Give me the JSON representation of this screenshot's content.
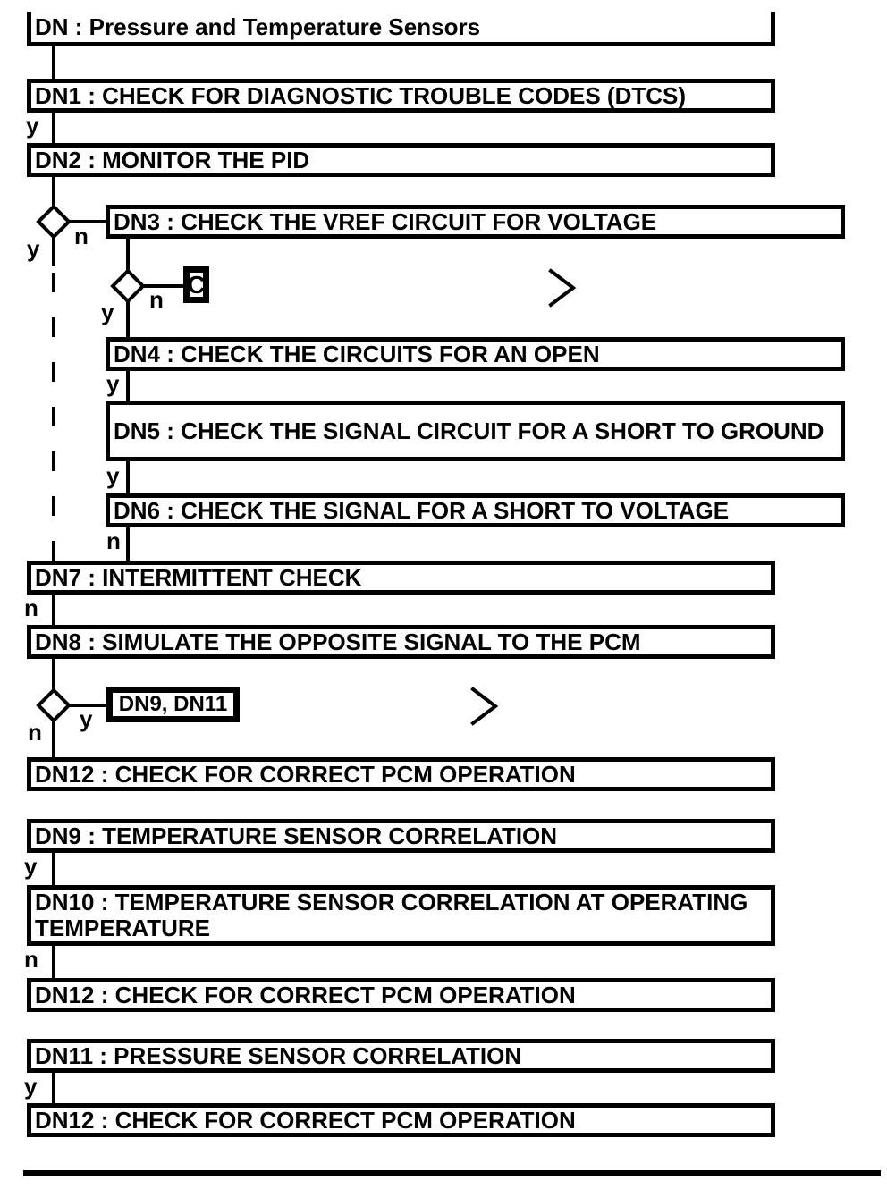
{
  "page": {
    "background": "#ffffff",
    "ink": "#000000"
  },
  "flowchart": {
    "title": "DN : Pressure and Temperature Sensors",
    "branch_labels": {
      "yes": "y",
      "no": "n"
    },
    "connector_refs": {
      "c": "C",
      "dn9_dn11": "DN9, DN11"
    },
    "steps": {
      "dn1": "DN1 : CHECK FOR DIAGNOSTIC TROUBLE CODES (DTCS)",
      "dn2": "DN2 : MONITOR THE PID",
      "dn3": "DN3 : CHECK THE VREF CIRCUIT FOR VOLTAGE",
      "dn4": "DN4 : CHECK THE CIRCUITS FOR AN OPEN",
      "dn5": "DN5 : CHECK THE SIGNAL CIRCUIT FOR A SHORT TO GROUND",
      "dn6": "DN6 : CHECK THE SIGNAL FOR A SHORT TO VOLTAGE",
      "dn7": "DN7 : INTERMITTENT CHECK",
      "dn8": "DN8 : SIMULATE THE OPPOSITE SIGNAL TO THE PCM",
      "dn9": "DN9 : TEMPERATURE SENSOR CORRELATION",
      "dn10": "DN10 : TEMPERATURE SENSOR CORRELATION AT OPERATING TEMPERATURE",
      "dn11": "DN11 : PRESSURE SENSOR CORRELATION",
      "dn12": "DN12 : CHECK FOR CORRECT PCM OPERATION"
    }
  }
}
